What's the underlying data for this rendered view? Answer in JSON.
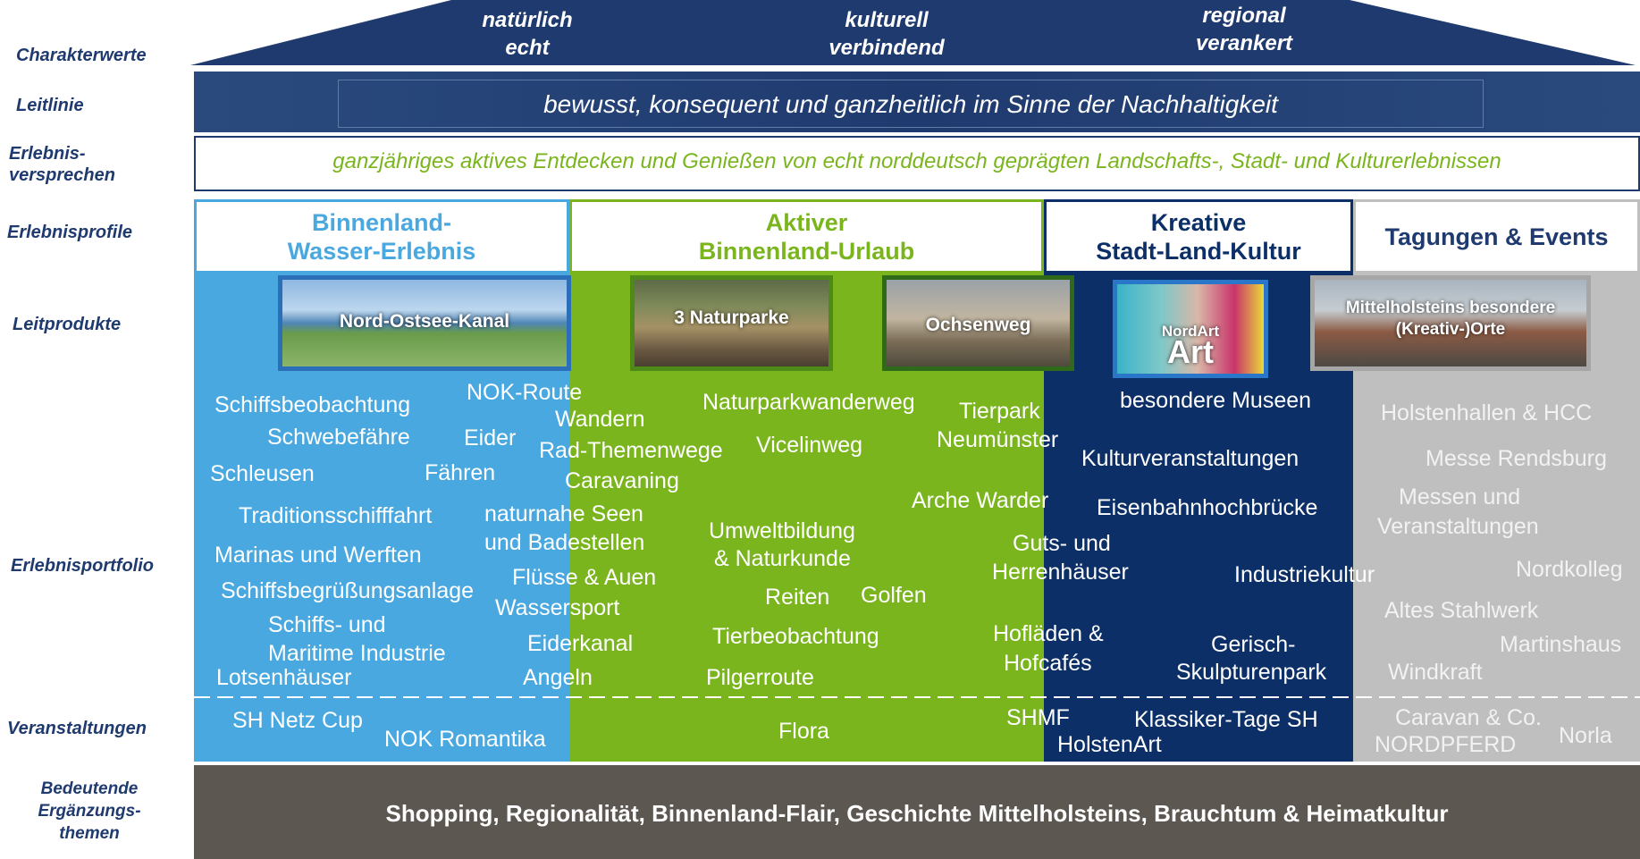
{
  "labels": {
    "charakterwerte": "Charakterwerte",
    "leitlinie": "Leitlinie",
    "erlebnisversprechen": "Erlebnis-\nversprechen",
    "erlebnisprofile": "Erlebnisprofile",
    "leitprodukte": "Leitprodukte",
    "erlebnisportfolio": "Erlebnisportfolio",
    "veranstaltungen": "Veranstaltungen",
    "ergaenzung": "Bedeutende\nErgänzungs-\nthemen"
  },
  "roof": {
    "v1": "natürlich\necht",
    "v2": "kulturell\nverbindend",
    "v3": "regional\nverankert"
  },
  "leitlinie": "bewusst, konsequent und ganzheitlich im Sinne der Nachhaltigkeit",
  "versprechen": "ganzjähriges aktives Entdecken und Genießen von echt norddeutsch geprägten Landschafts-, Stadt- und Kulturerlebnissen",
  "profiles": {
    "p1": "Binnenland-\nWasser-Erlebnis",
    "p2": "Aktiver\nBinnenland-Urlaub",
    "p3": "Kreative\nStadt-Land-Kultur",
    "p4": "Tagungen & Events"
  },
  "products": {
    "nok": "Nord-Ostsee-Kanal",
    "naturparke": "3 Naturparke",
    "ochsenweg": "Ochsenweg",
    "nordart_small": "NordArt",
    "nordart_big": "Art",
    "kreativorte": "Mittelholsteins besondere\n(Kreativ-)Orte"
  },
  "portfolio": {
    "water": [
      "Schiffsbeobachtung",
      "Schwebefähre",
      "Eider",
      "Schleusen",
      "Fähren",
      "Traditionsschifffahrt",
      "Marinas und Werften",
      "Schiffsbegrüßungsanlage",
      "Schiffs- und",
      "Maritime Industrie",
      "Lotsenhäuser",
      "NOK-Route"
    ],
    "active": [
      "Wandern",
      "Rad-Themenwege",
      "Caravaning",
      "naturnahe Seen",
      "und Badestellen",
      "Flüsse & Auen",
      "Wassersport",
      "Eiderkanal",
      "Angeln",
      "Naturparkwanderweg",
      "Vicelinweg",
      "Umweltbildung",
      "& Naturkunde",
      "Reiten",
      "Golfen",
      "Tierbeobachtung",
      "Pilgerroute",
      "Tierpark",
      "Neumünster",
      "Arche Warder",
      "Guts- und",
      "Herrenhäuser",
      "Hofläden &",
      "Hofcafés"
    ],
    "culture": [
      "besondere Museen",
      "Kulturveranstaltungen",
      "Eisenbahnhochbrücke",
      "Industriekultur",
      "Gerisch-",
      "Skulpturenpark"
    ],
    "events": [
      "Holstenhallen & HCC",
      "Messe Rendsburg",
      "Messen und",
      "Veranstaltungen",
      "Nordkolleg",
      "Altes Stahlwerk",
      "Martinshaus",
      "Windkraft"
    ]
  },
  "veranstaltungen": [
    "SH Netz Cup",
    "NOK Romantika",
    "Flora",
    "SHMF",
    "HolstenArt",
    "Klassiker-Tage SH",
    "Caravan & Co.",
    "NORDPFERD",
    "Norla"
  ],
  "ergaenzung": "Shopping, Regionalität, Binnenland-Flair, Geschichte Mittelholsteins, Brauchtum & Heimatkultur",
  "colors": {
    "navy": "#1f3a6e",
    "water_blue": "#49a8df",
    "green": "#7ab51d",
    "dark_blue": "#0c2f67",
    "grey": "#bfbfbf",
    "bottom": "#5c5750"
  }
}
